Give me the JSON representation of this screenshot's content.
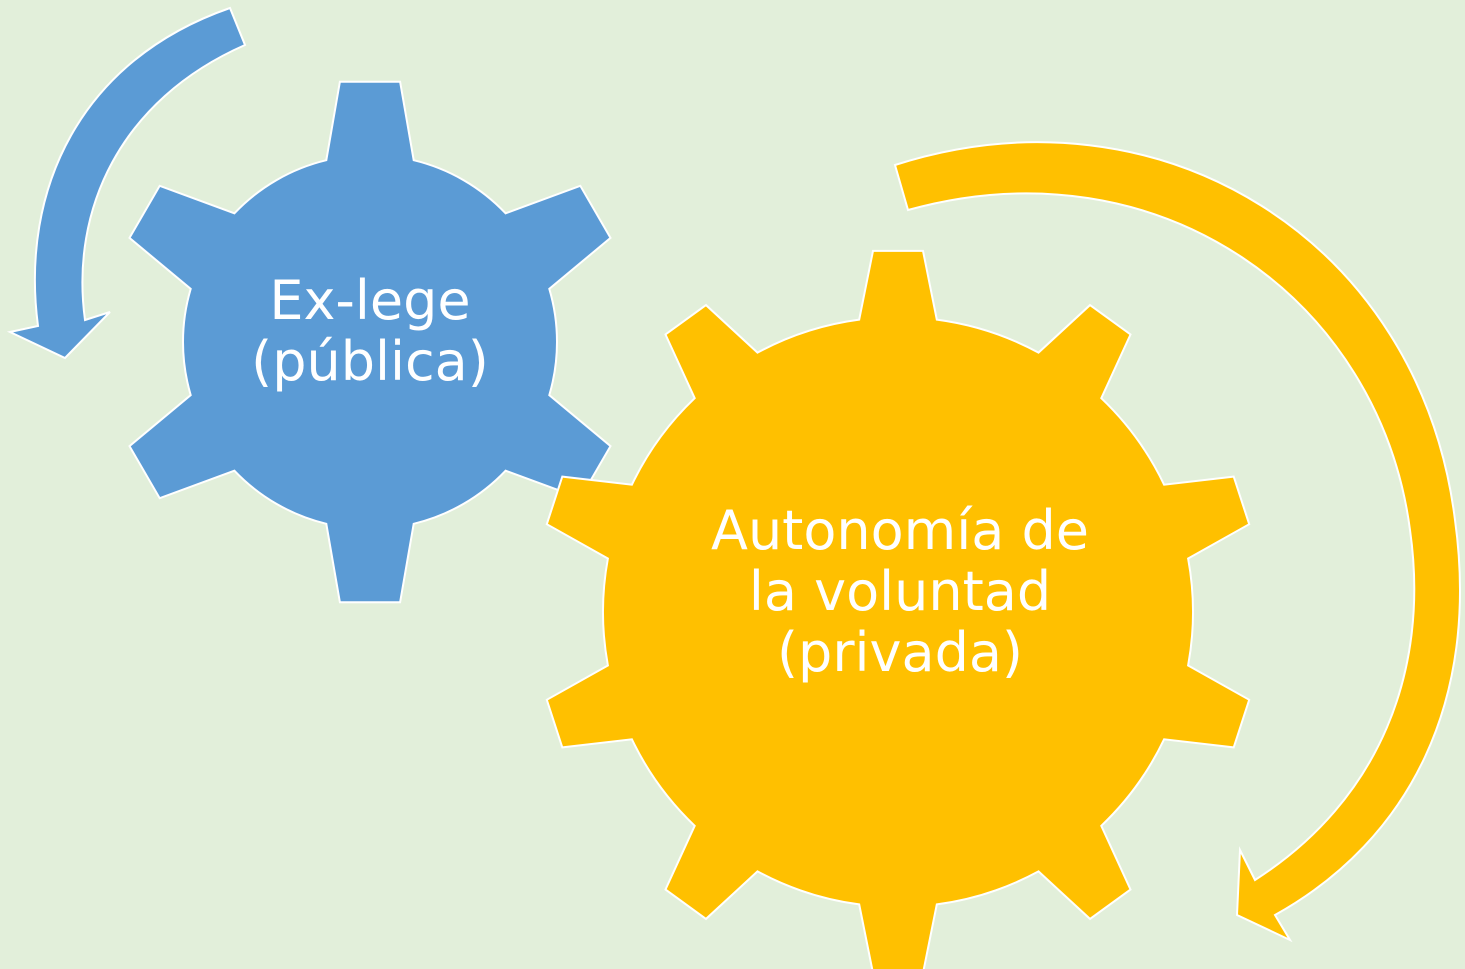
{
  "diagram": {
    "background": "#e2efda",
    "gears": [
      {
        "id": "blue",
        "color": "#5b9bd5",
        "lines": [
          "Ex-lege",
          "(pública)"
        ]
      },
      {
        "id": "yellow",
        "color": "#ffc000",
        "lines": [
          "Autonomía de",
          "la voluntad",
          "(privada)"
        ]
      }
    ],
    "arrows": [
      {
        "id": "blue-arrow",
        "color": "#5b9bd5"
      },
      {
        "id": "yellow-arrow",
        "color": "#ffc000"
      }
    ]
  }
}
